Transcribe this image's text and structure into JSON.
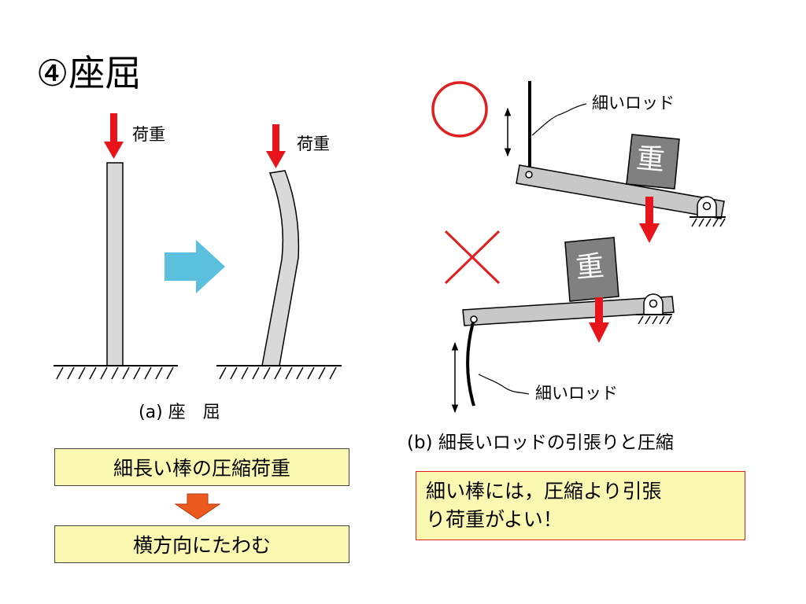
{
  "title": "④座屈",
  "left": {
    "load_label_1": "荷重",
    "load_label_2": "荷重",
    "caption": "(a) 座　屈"
  },
  "right": {
    "rod_label_top": "細いロッド",
    "rod_label_bottom": "細いロッド",
    "weight_label_top": "重",
    "weight_label_bottom": "重",
    "good_mark": "○",
    "bad_mark": "×",
    "caption": "(b) 細長いロッドの引張りと圧縮"
  },
  "summary": {
    "box1": "細長い棒の圧縮荷重",
    "box2": "横方向にたわむ"
  },
  "note": {
    "line1": "細い棒には，圧縮より引張",
    "line2": "り荷重がよい！"
  },
  "colors": {
    "arrow_red": "#e8141c",
    "mark_red": "#e02020",
    "transition_arrow": "#5bc0de",
    "box_fill": "#fbf9b1",
    "box_down_arrow": "#ec5a1e",
    "column_fill": "#d9d9d9",
    "beam_fill": "#c8c8c8",
    "weight_fill": "#808080"
  }
}
